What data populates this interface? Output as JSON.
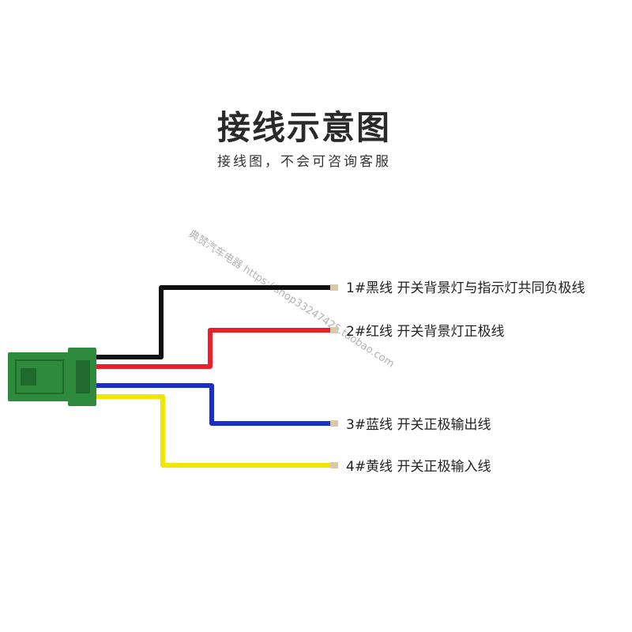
{
  "title": "接线示意图",
  "subtitle": "接线图，不会可咨询客服",
  "watermark": "典赞汽车电器 https://shop33247425.taobao.com",
  "colors": {
    "connector": "#2e8b3e",
    "connector_dark": "#1f6a2c",
    "tip": "#d9c9a8"
  },
  "wires": [
    {
      "id": "black",
      "color": "#111111",
      "label": "1#黑线 开关背景灯与指示灯共同负极线"
    },
    {
      "id": "red",
      "color": "#e8202a",
      "label": "2#红线 开关背景灯正极线"
    },
    {
      "id": "blue",
      "color": "#1a2fc9",
      "label": "3#蓝线 开关正极输出线"
    },
    {
      "id": "yellow",
      "color": "#f2e600",
      "label": "4#黄线 开关正极输入线"
    }
  ]
}
